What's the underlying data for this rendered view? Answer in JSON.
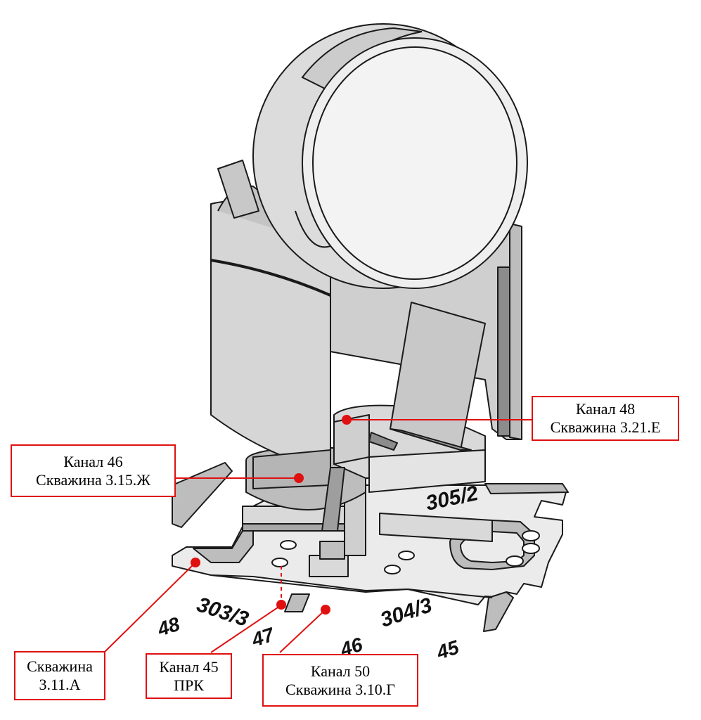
{
  "callouts": {
    "c48": {
      "line1": "Канал 48",
      "line2": "Скважина 3.21.Е"
    },
    "c46": {
      "line1": "Канал 46",
      "line2": "Скважина 3.15.Ж"
    },
    "a311": {
      "line1": "Скважина",
      "line2": "3.11.А"
    },
    "c45": {
      "line1": "Канал 45",
      "line2": "ПРК"
    },
    "c50": {
      "line1": "Канал 50",
      "line2": "Скважина 3.10.Г"
    }
  },
  "floor_labels": {
    "room_305": "305/2",
    "room_303": "303/3",
    "room_304": "304/3",
    "axis_48": "48",
    "axis_47": "47",
    "axis_46": "46",
    "axis_45": "45"
  },
  "colors": {
    "callout_border": "#e01010",
    "marker": "#e01010",
    "structure_light": "#ebebeb",
    "structure_mid": "#c8c8c8",
    "structure_dark": "#8a8a8a",
    "outline": "#1a1a1a"
  }
}
